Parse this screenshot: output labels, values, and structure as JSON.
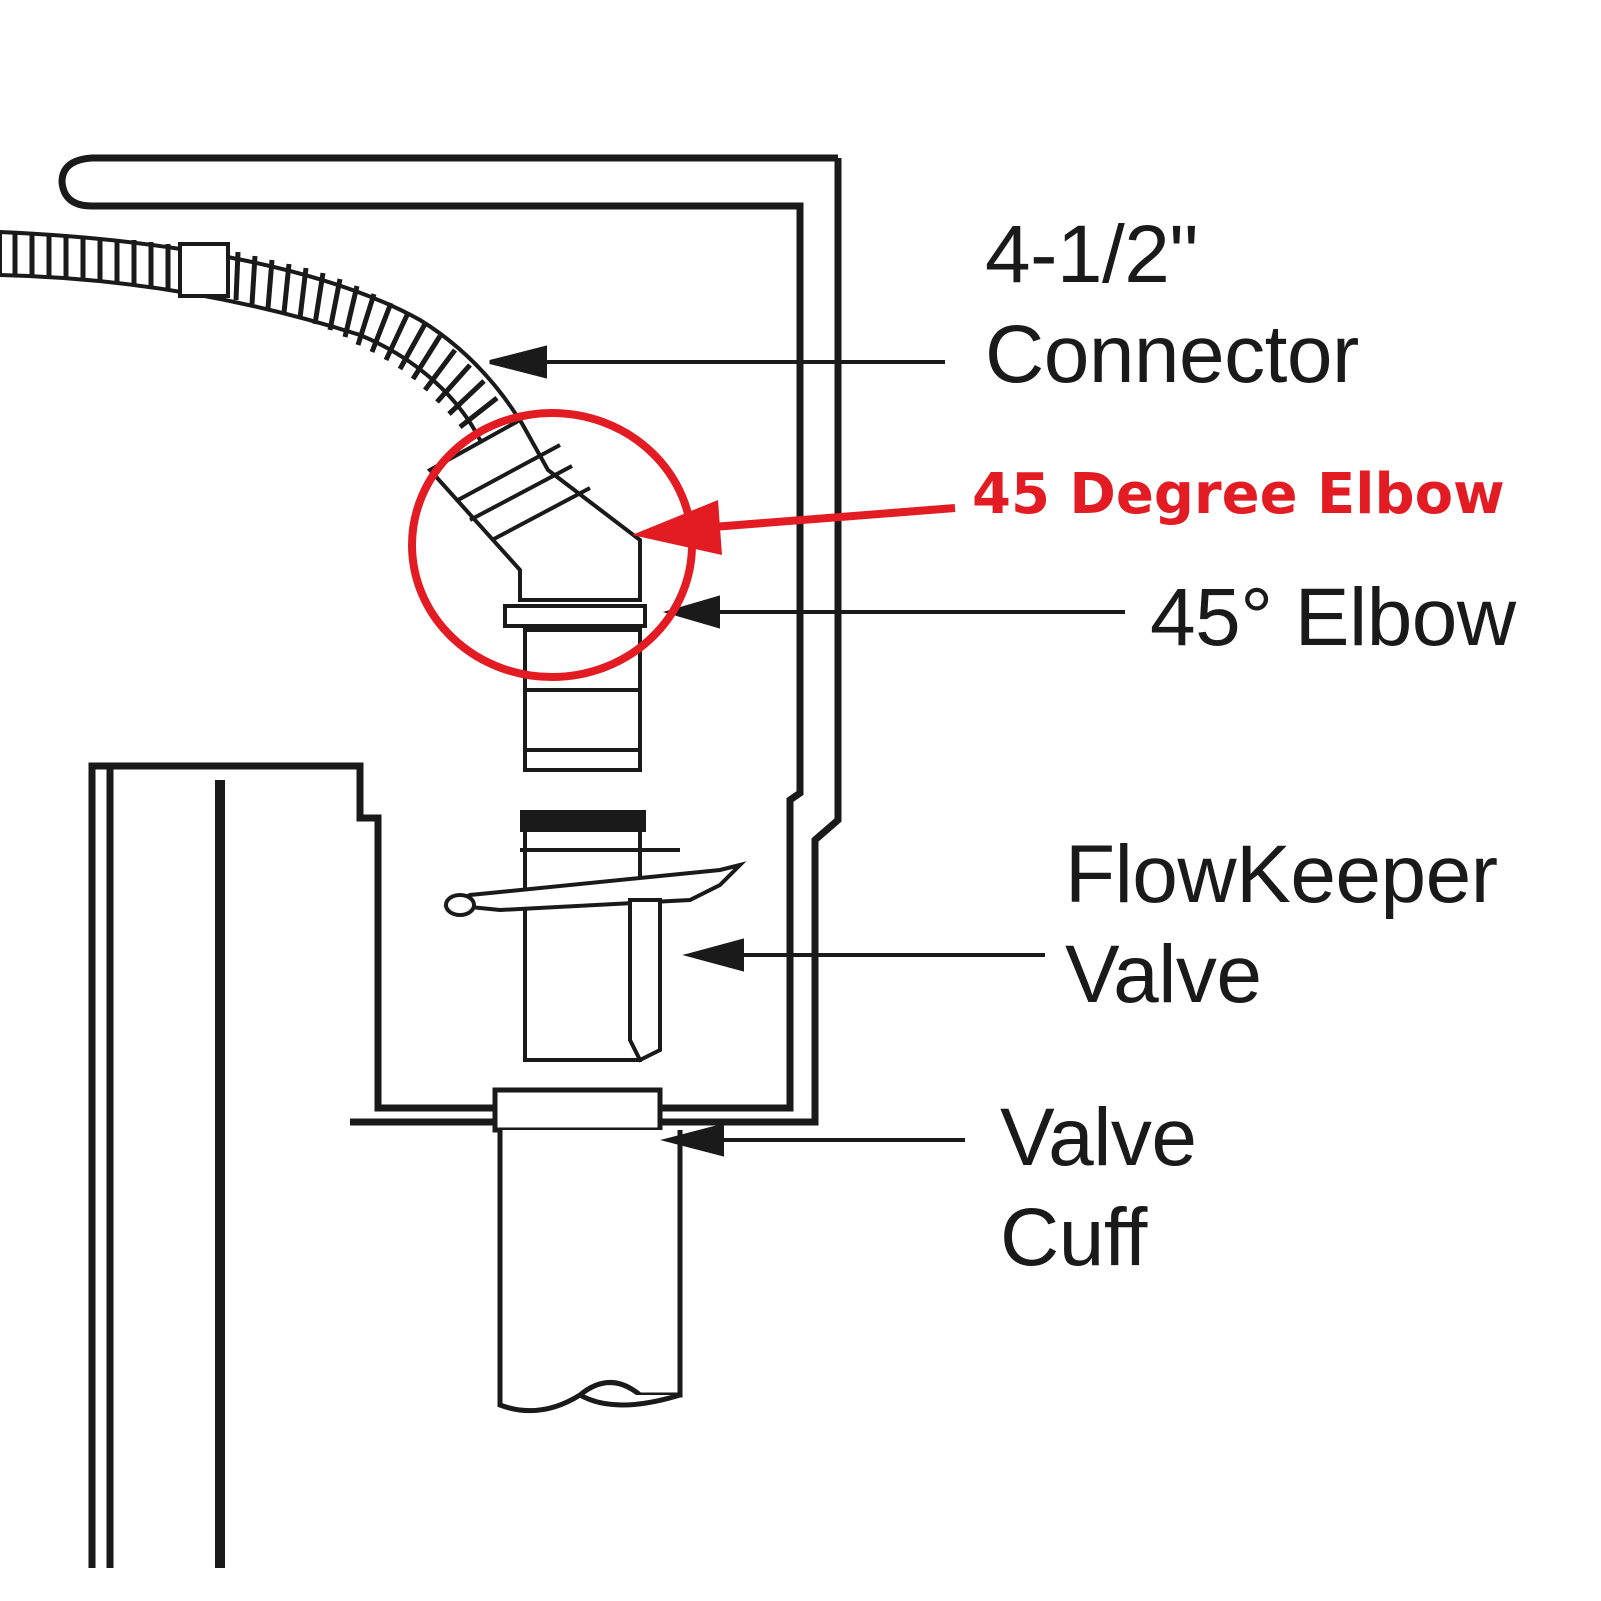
{
  "labels": {
    "connector": {
      "line1": "4-1/2\"",
      "line2": "Connector"
    },
    "elbow": "45° Elbow",
    "flowkeeper": {
      "line1": "FlowKeeper",
      "line2": "Valve"
    },
    "cuff": {
      "line1": "Valve",
      "line2": "Cuff"
    }
  },
  "callout": {
    "text": "45 Degree Elbow",
    "color": "#e31b23"
  },
  "colors": {
    "ink": "#1a1a1a",
    "background": "#ffffff",
    "highlight": "#e31b23"
  }
}
